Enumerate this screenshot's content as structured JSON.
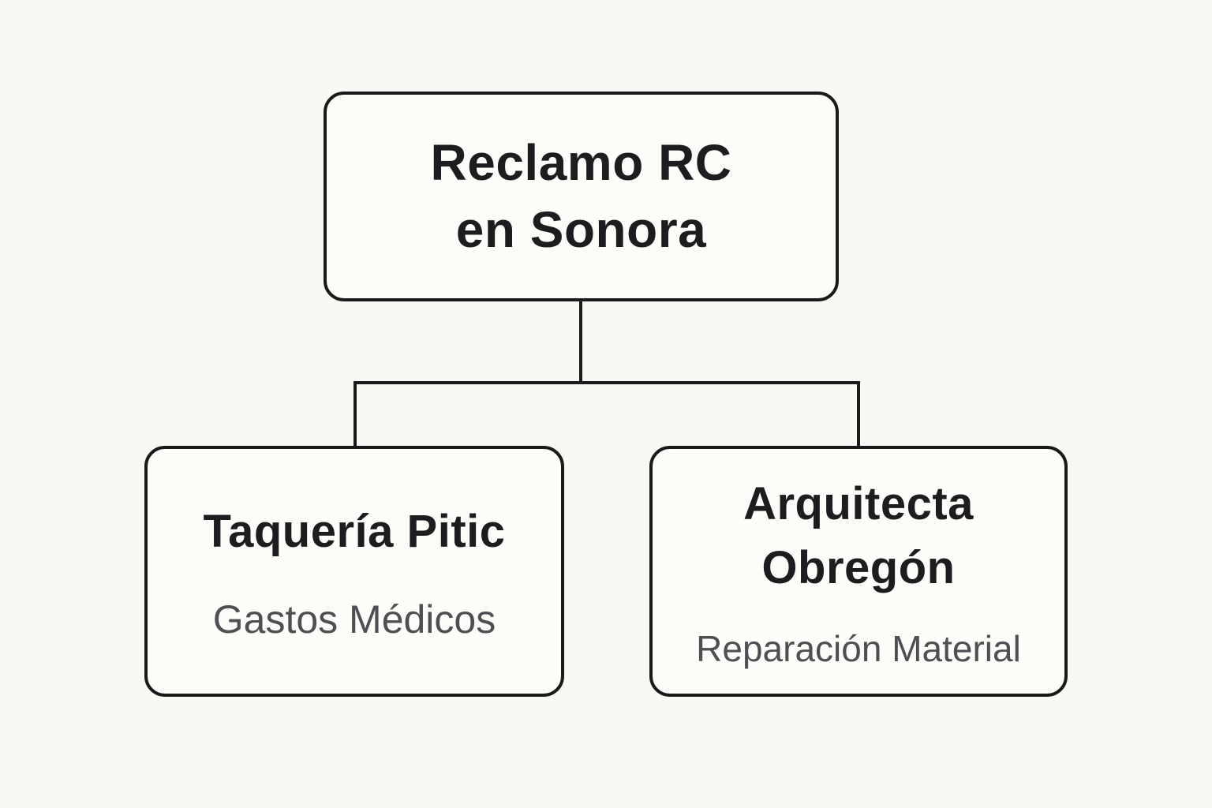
{
  "colors": {
    "page_background": "#faf8f4",
    "box_fill": "#fdfcf9",
    "box_border": "#1a1a1a",
    "connector": "#1a1a1a",
    "title_text": "#1d1d1f",
    "subtitle_text": "#4d4f52"
  },
  "diagram": {
    "type": "org-chart",
    "root": {
      "title": "Reclamo RC en Sonora",
      "title_lines": [
        "Reclamo RC",
        "en Sonora"
      ]
    },
    "children": [
      {
        "title": "Taquería Pitic",
        "subtitle": "Gastos Médicos"
      },
      {
        "title": "Arquitecta Obregón",
        "subtitle": "Reparación Material"
      }
    ]
  }
}
